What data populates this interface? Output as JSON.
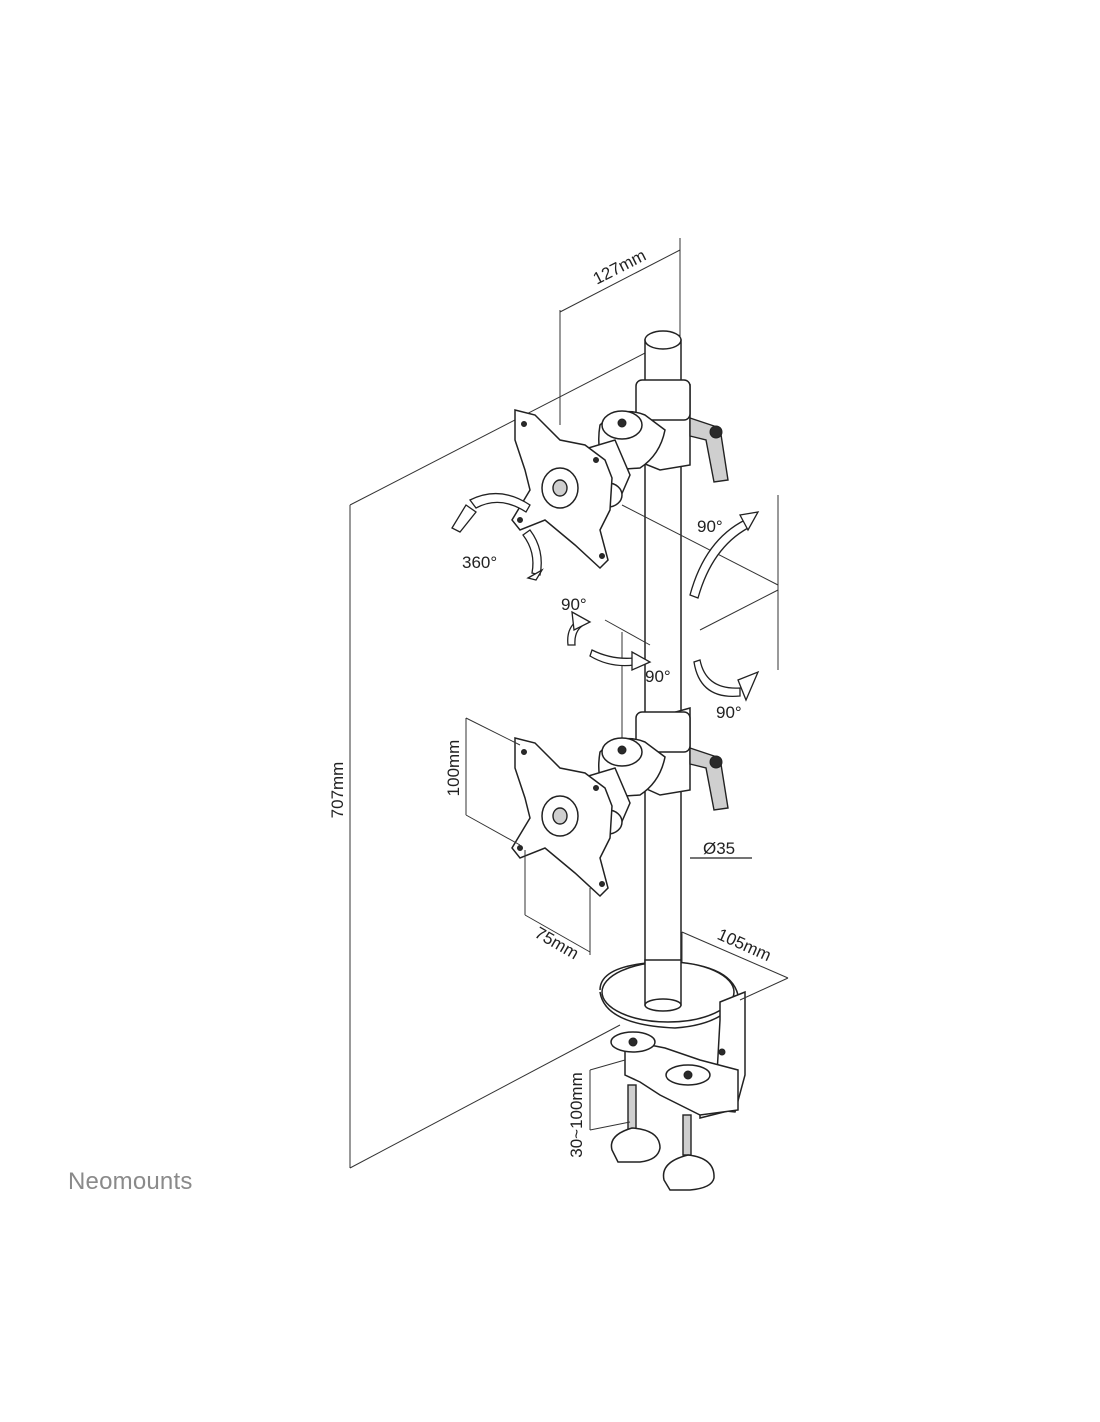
{
  "brand": {
    "name": "Neomounts"
  },
  "dimensions": {
    "total_height": "707mm",
    "top_offset": "127mm",
    "vesa_vertical": "100mm",
    "vesa_horizontal": "75mm",
    "pole_diameter": "Ø35",
    "base_width": "105mm",
    "clamp_range": "30~100mm"
  },
  "rotations": {
    "rotate_360": "360°",
    "tilt_upper": "90°",
    "swivel_left": "90°",
    "swivel_right": "90°",
    "tilt_lower": "90°"
  },
  "colors": {
    "line": "#222222",
    "brand": "#8a8a8a",
    "background": "#ffffff"
  }
}
